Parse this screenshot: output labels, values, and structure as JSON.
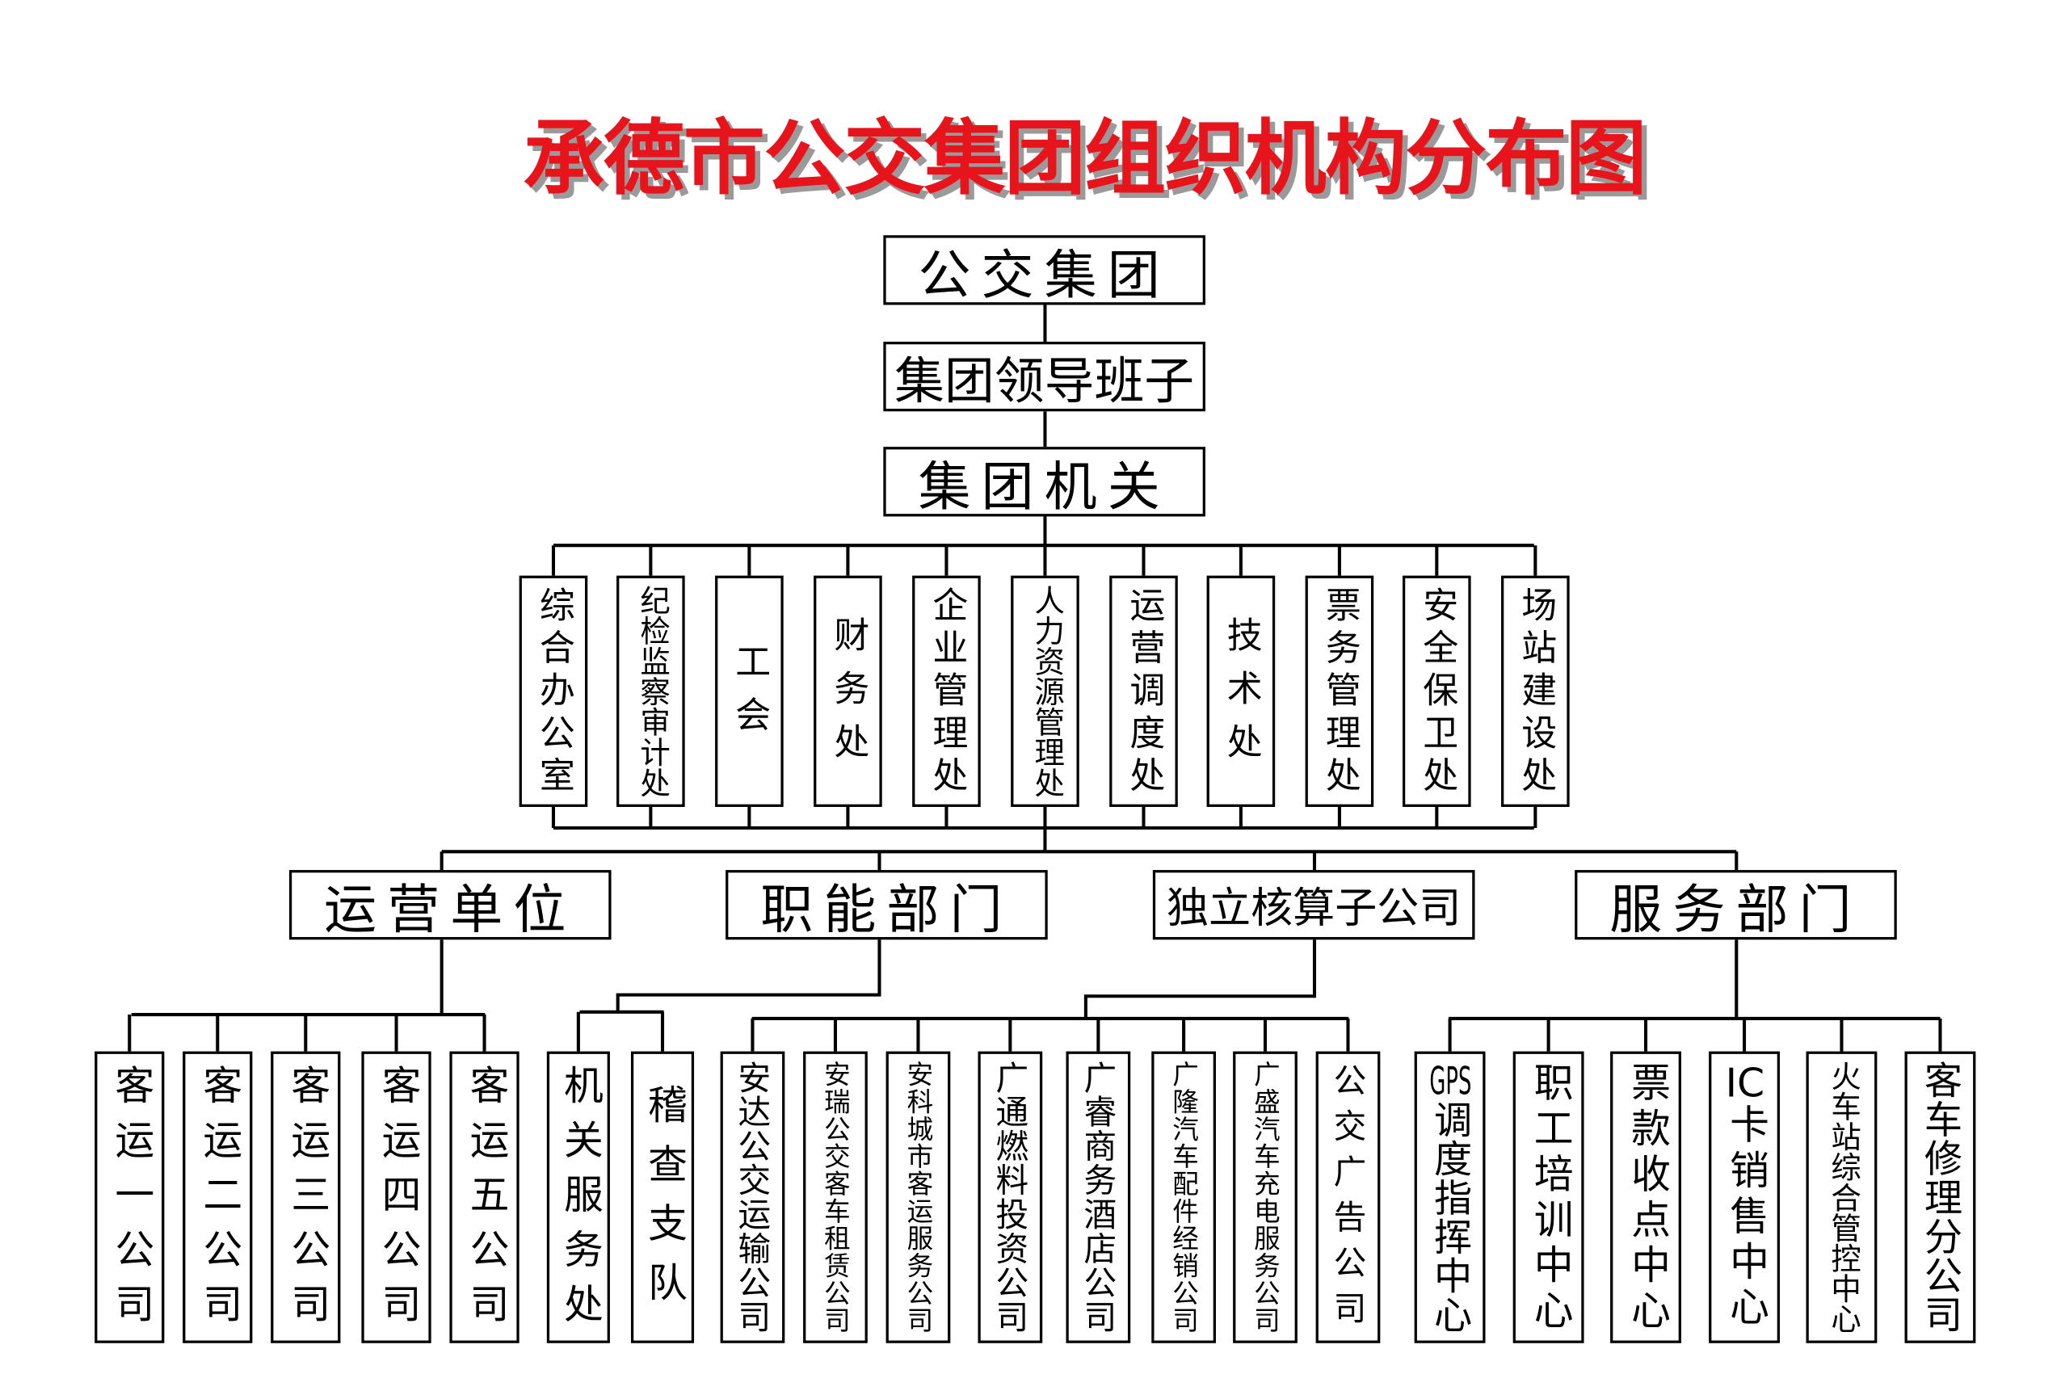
{
  "title": "承德市公交集团组织机构分布图",
  "top": [
    "公交集团",
    "集团领导班子",
    "集团机关"
  ],
  "departments": [
    "综合办公室",
    "纪检监察审计处",
    "工会",
    "财务处",
    "企业管理处",
    "人力资源管理处",
    "运营调度处",
    "技术处",
    "票务管理处",
    "安全保卫处",
    "场站建设处"
  ],
  "groups": [
    "运营单位",
    "职能部门",
    "独立核算子公司",
    "服务部门"
  ],
  "operating_units": [
    "客运一公司",
    "客运二公司",
    "客运三公司",
    "客运四公司",
    "客运五公司"
  ],
  "functional_units": [
    "机关服务处",
    "稽查支队"
  ],
  "subsidiaries": [
    "安达公交运输公司",
    "安瑞公交客车租赁公司",
    "安科城市客运服务公司",
    "广通燃料投资公司",
    "广睿商务酒店公司",
    "广隆汽车配件经销公司",
    "广盛汽车充电服务公司",
    "公交广告公司"
  ],
  "service_units": [
    "GPS调度指挥中心",
    "职工培训中心",
    "票款收点中心",
    "IC卡销售中心",
    "火车站综合管控中心",
    "客车修理分公司"
  ]
}
